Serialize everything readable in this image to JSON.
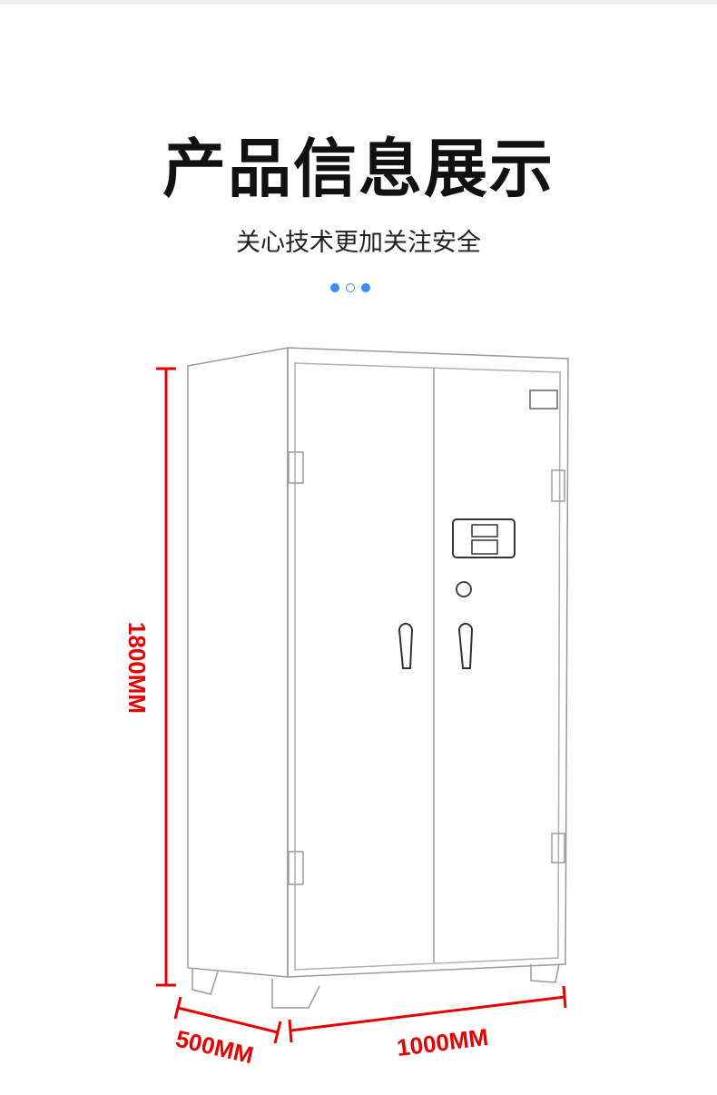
{
  "header": {
    "title": "产品信息展示",
    "subtitle": "关心技术更加关注安全",
    "pager": {
      "count": 3,
      "active_hollow_index": 1
    }
  },
  "product": {
    "dimensions": {
      "height": "1800MM",
      "depth": "500MM",
      "width": "1000MM"
    }
  },
  "colors": {
    "accent": "#3a8ef8",
    "dimension": "#e60000",
    "outline": "#9a9a9a"
  }
}
